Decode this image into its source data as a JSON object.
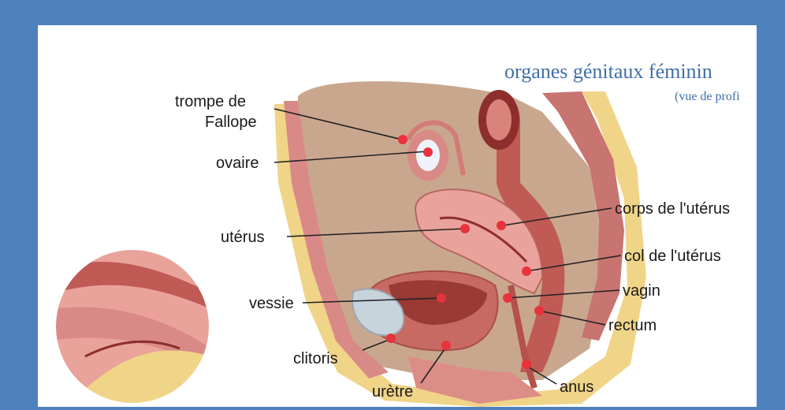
{
  "title": "organes génitaux féminin",
  "subtitle": "(vue de profi",
  "labels": {
    "trompe": "trompe de",
    "trompe_line2": "Fallope",
    "ovaire": "ovaire",
    "uterus": "utérus",
    "vessie": "vessie",
    "clitoris": "clitoris",
    "uretre": "urètre",
    "corps": "corps de l'utérus",
    "col": "col de l'utérus",
    "vagin": "vagin",
    "rectum": "rectum",
    "anus": "anus"
  },
  "colors": {
    "frame": "#4f81bd",
    "title": "#3f6fa8",
    "marker": "#e8323c",
    "tissue": "#e9a39b",
    "fat": "#f0d488"
  }
}
